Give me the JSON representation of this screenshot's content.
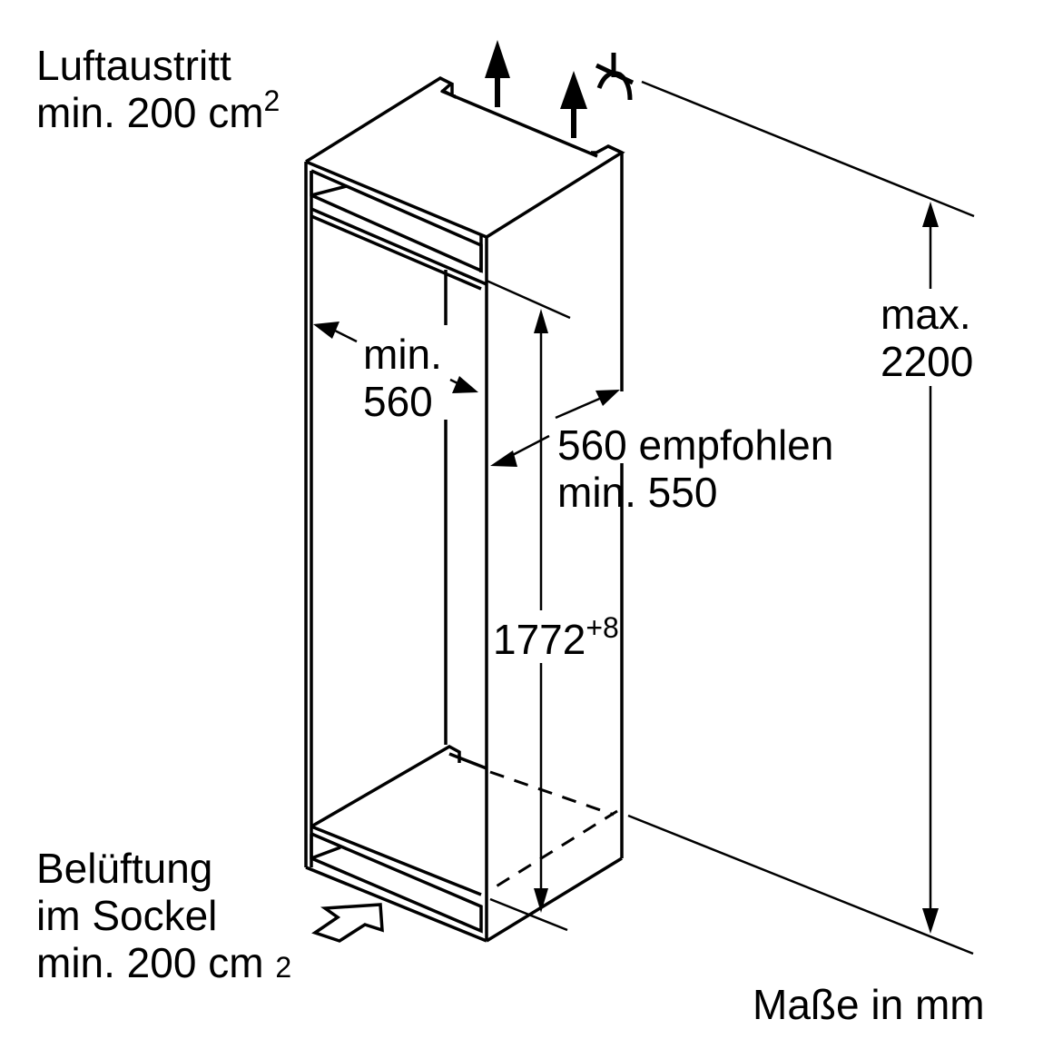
{
  "diagram": {
    "title": "Installation dimensions of built-in refrigerator niche",
    "labels": {
      "air_outlet_line1": "Luftaustritt",
      "air_outlet_line2": "min. 200 cm",
      "air_outlet_sup": "2",
      "ventilation_line1": "Belüftung",
      "ventilation_line2": "im Sockel",
      "ventilation_line3": "min. 200 cm",
      "ventilation_sup": "2",
      "width_line1": "min.",
      "width_line2": "560",
      "depth_line1": "560 empfohlen",
      "depth_line2": "min. 550",
      "niche_height": "1772",
      "niche_height_tol": "+8",
      "max_height_line1": "max.",
      "max_height_line2": "2200",
      "units": "Maße in mm"
    },
    "icons": {
      "air_outlet_arrows": "arrow-up-icon",
      "air_inlet_arrow": "arrow-inlet-icon",
      "ceiling_symbol": "ceiling-break-icon"
    },
    "colors": {
      "stroke": "#000000",
      "background": "#ffffff"
    }
  }
}
